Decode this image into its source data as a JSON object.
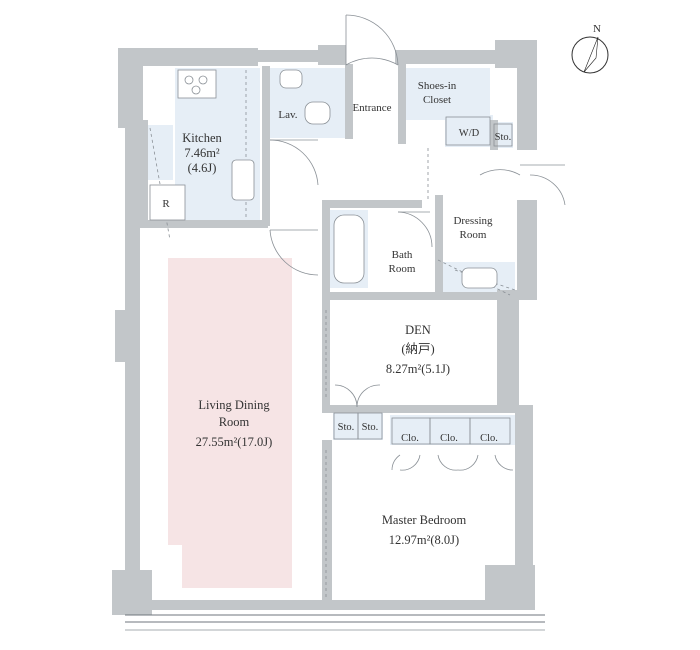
{
  "compass": {
    "north_label": "N"
  },
  "rooms": {
    "kitchen": {
      "name": "Kitchen",
      "area": "7.46m²",
      "tatami": "(4.6J)"
    },
    "refrigerator": {
      "name": "R"
    },
    "lavatory": {
      "name": "Lav."
    },
    "entrance": {
      "name": "Entrance"
    },
    "shoes_closet": {
      "name_line1": "Shoes-in",
      "name_line2": "Closet"
    },
    "washer": {
      "name": "W/D"
    },
    "storage_top": {
      "name": "Sto."
    },
    "dressing": {
      "name_line1": "Dressing",
      "name_line2": "Room"
    },
    "bath": {
      "name_line1": "Bath",
      "name_line2": "Room"
    },
    "den": {
      "name": "DEN",
      "sub": "(納戸)",
      "area": "8.27m²(5.1J)"
    },
    "storage_a": {
      "name": "Sto."
    },
    "storage_b": {
      "name": "Sto."
    },
    "closet_1": {
      "name": "Clo."
    },
    "closet_2": {
      "name": "Clo."
    },
    "closet_3": {
      "name": "Clo."
    },
    "living": {
      "name_line1": "Living Dining",
      "name_line2": "Room",
      "area": "27.55m²(17.0J)"
    },
    "master": {
      "name": "Master Bedroom",
      "area": "12.97m²(8.0J)"
    }
  },
  "colors": {
    "wall": "#c2c6c9",
    "wet_area": "#e6eef6",
    "floor_highlight": "#f6e4e5",
    "line": "#8a9096"
  }
}
